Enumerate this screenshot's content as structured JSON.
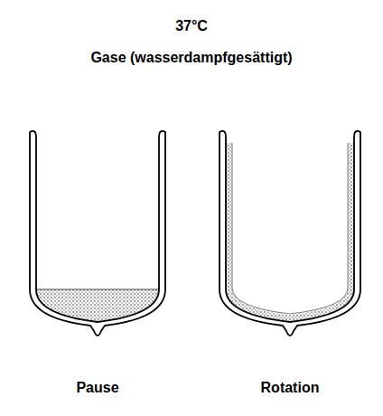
{
  "diagram": {
    "labels": [
      "37°C",
      "Gase (wasserdampfgesättigt)",
      "Pause",
      "Rotation"
    ]
  }
}
